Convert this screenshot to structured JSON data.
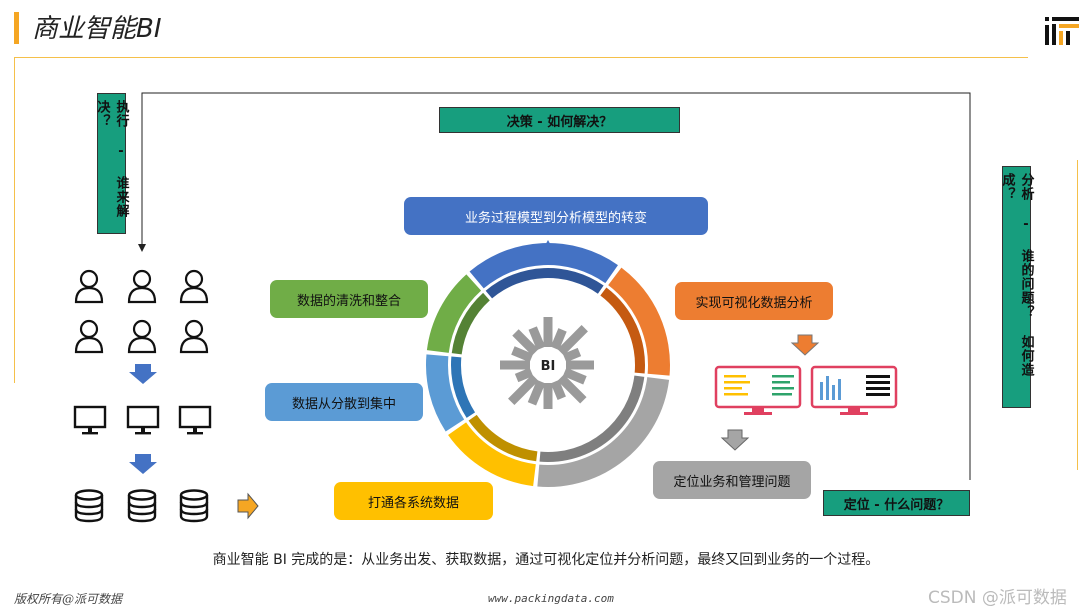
{
  "title": "商业智能BI",
  "logo_icon": "pai-logo-icon",
  "execute_label": "执行 - 谁来解决？",
  "decision_label": "决策 - 如何解决？",
  "analysis_label": "分析 - 谁的问题？ 如何造成？",
  "locate_label": "定位 - 什么问题？",
  "stages": {
    "model": "业务过程模型到分析模型的转变",
    "visual": "实现可视化数据分析",
    "locate": "定位业务和管理问题",
    "connect": "打通各系统数据",
    "centralize": "数据从分散到集中",
    "clean": "数据的清洗和整合"
  },
  "center_label": "BI",
  "caption": "商业智能 BI 完成的是：从业务出发、获取数据，通过可视化定位并分析问题，最终又回到业务的一个过程。",
  "footer_left": "版权所有@派可数据",
  "footer_center": "www.packingdata.com",
  "footer_right": "CSDN @派可数据",
  "colors": {
    "accent": "#F5A623",
    "teal": "#179E7E",
    "blue": "#4472C4",
    "orange": "#ED7D31",
    "gray": "#A5A5A5",
    "yellow": "#FFC000",
    "lightblue": "#5B9BD5",
    "green": "#70AD47",
    "monitor_red": "#E04060"
  }
}
